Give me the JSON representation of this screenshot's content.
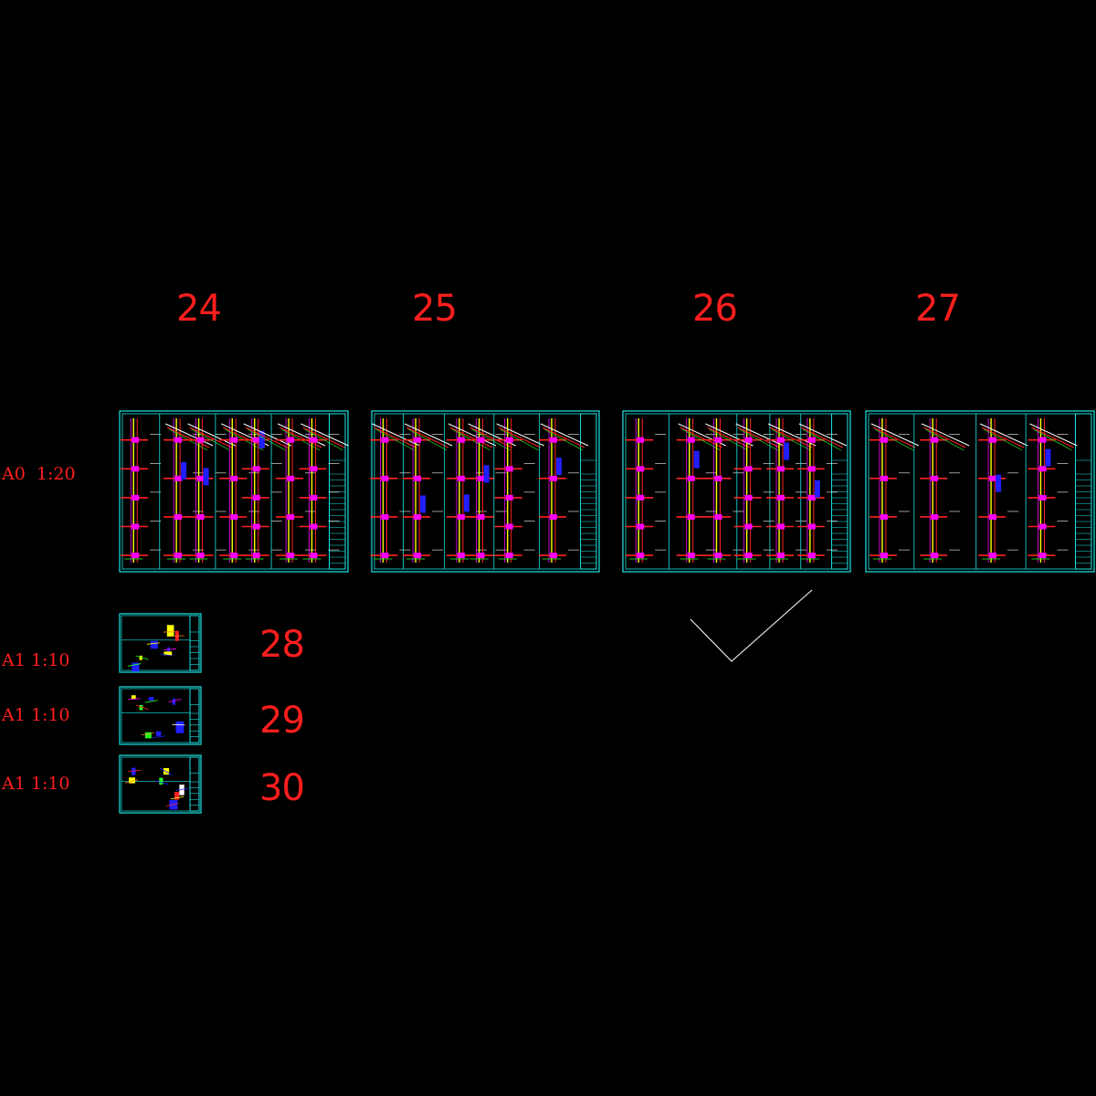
{
  "canvas": {
    "background": "#000000"
  },
  "colors": {
    "frame": "#19e6e6",
    "label": "#ff1e1e",
    "detail_lines": [
      "#ff2020",
      "#ffff00",
      "#ff00ff",
      "#2020ff",
      "#ffffff",
      "#20ff20",
      "#ff8020"
    ],
    "checkmark": "#ffffff"
  },
  "sheet_numbers": {
    "s24": "24",
    "s25": "25",
    "s26": "26",
    "s27": "27",
    "s28": "28",
    "s29": "29",
    "s30": "30"
  },
  "scale_labels": {
    "a0": "A0  1:20",
    "a1_first": "A1 1:10",
    "a1_second": "A1 1:10",
    "a1_third": "A1 1:10"
  },
  "icons": {
    "checkmark": "checkmark-icon"
  }
}
